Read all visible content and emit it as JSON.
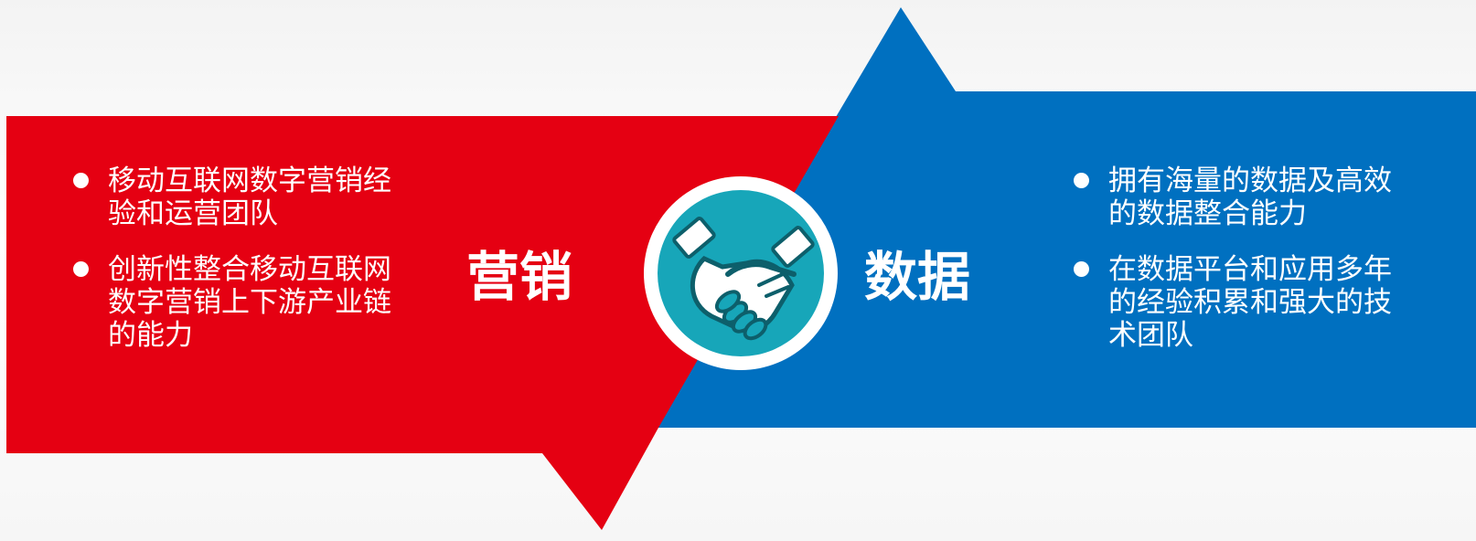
{
  "colors": {
    "marketing_red": "#e50012",
    "data_blue": "#0070c0",
    "icon_teal": "#17a6b9",
    "icon_dark": "#0d5f6b"
  },
  "center_icon": "handshake-icon",
  "marketing": {
    "label": "营销",
    "points": [
      "移动互联网数字营销经验和运营团队",
      "创新性整合移动互联网数字营销上下游产业链的能力"
    ]
  },
  "data": {
    "label": "数据",
    "points": [
      "拥有海量的数据及高效的数据整合能力",
      "在数据平台和应用多年的经验积累和强大的技术团队"
    ]
  }
}
